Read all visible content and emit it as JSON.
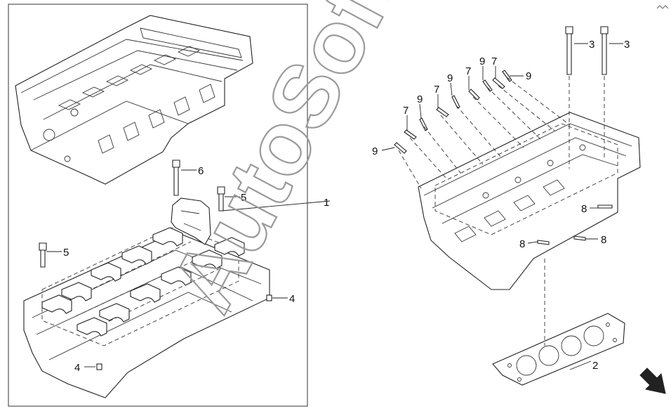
{
  "watermark": "AutoSoft",
  "callouts": {
    "head_assembly": "1",
    "gasket": "2",
    "long_bolt_a": "3",
    "long_bolt_b": "3",
    "plug_upper": "4",
    "plug_lower": "4",
    "bolt_right": "5",
    "bolt_left": "5",
    "cap_bolt": "6",
    "guide_a": "7",
    "guide_b": "7",
    "guide_c": "7",
    "guide_d": "7",
    "pin_a": "8",
    "pin_b": "8",
    "pin_c": "8",
    "dowel_a": "9",
    "dowel_b": "9",
    "dowel_c": "9",
    "dowel_d": "9"
  },
  "colors": {
    "line": "#222222",
    "watermark": "#9a9a9a",
    "background": "#ffffff"
  },
  "icons": {
    "direction": "arrow-down-right-icon",
    "logo": "corner-logo-icon"
  }
}
